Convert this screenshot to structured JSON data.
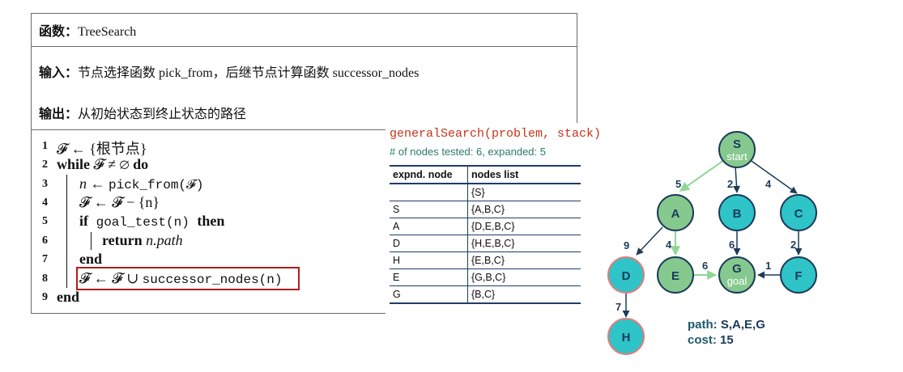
{
  "algorithm": {
    "function_label": "函数：",
    "function_name": "TreeSearch",
    "input_label": "输入：",
    "input_text": "节点选择函数 pick_from，后继节点计算函数 successor_nodes",
    "output_label": "输出：",
    "output_text": "从初始状态到终止状态的路径",
    "lines": [
      {
        "num": "1",
        "text": "𝓕 ← {根节点}"
      },
      {
        "num": "2",
        "kw1": "while",
        "text": " 𝓕 ≠ ∅ ",
        "kw2": "do"
      },
      {
        "num": "3",
        "pre": "n ← ",
        "code": "pick_from(𝓕)"
      },
      {
        "num": "4",
        "text": "𝓕 ← 𝓕 − {n}"
      },
      {
        "num": "5",
        "kw1": "if",
        "code": " goal_test(n) ",
        "kw2": "then"
      },
      {
        "num": "6",
        "kw1": "return",
        "text": " n.path"
      },
      {
        "num": "7",
        "kw1": "end"
      },
      {
        "num": "8",
        "pre": "𝓕 ← 𝓕 ∪ ",
        "code": "successor_nodes(n)"
      },
      {
        "num": "9",
        "kw1": "end"
      }
    ]
  },
  "trace": {
    "call": "generalSearch(problem, stack)",
    "stats": "# of nodes tested: 6, expanded: 5",
    "headers": [
      "expnd. node",
      "nodes list"
    ],
    "rows": [
      [
        "",
        "{S}"
      ],
      [
        "S",
        "{A,B,C}"
      ],
      [
        "A",
        "{D,E,B,C}"
      ],
      [
        "D",
        "{H,E,B,C}"
      ],
      [
        "H",
        "{E,B,C}"
      ],
      [
        "E",
        "{G,B,C}"
      ],
      [
        "G",
        "{B,C}"
      ]
    ]
  },
  "graph": {
    "colors": {
      "expanded": "#86c98f",
      "frontier": "#2ec4c8",
      "stroke": "#1c3b5a",
      "dead_end_stroke": "#e87a7a",
      "path_edge": "#8fd694"
    },
    "nodes": {
      "S": {
        "label": "S",
        "sub": "start"
      },
      "A": {
        "label": "A"
      },
      "B": {
        "label": "B"
      },
      "C": {
        "label": "C"
      },
      "D": {
        "label": "D"
      },
      "E": {
        "label": "E"
      },
      "G": {
        "label": "G",
        "sub": "goal"
      },
      "F": {
        "label": "F"
      },
      "H": {
        "label": "H"
      }
    },
    "weights": {
      "SA": "5",
      "SB": "2",
      "SC": "4",
      "AD": "9",
      "AE": "4",
      "BG": "6",
      "CF": "2",
      "EG": "6",
      "FG": "1",
      "DH": "7"
    }
  },
  "result": {
    "path_label": "path:",
    "path_value": "S,A,E,G",
    "cost_label": "cost:",
    "cost_value": "15"
  }
}
